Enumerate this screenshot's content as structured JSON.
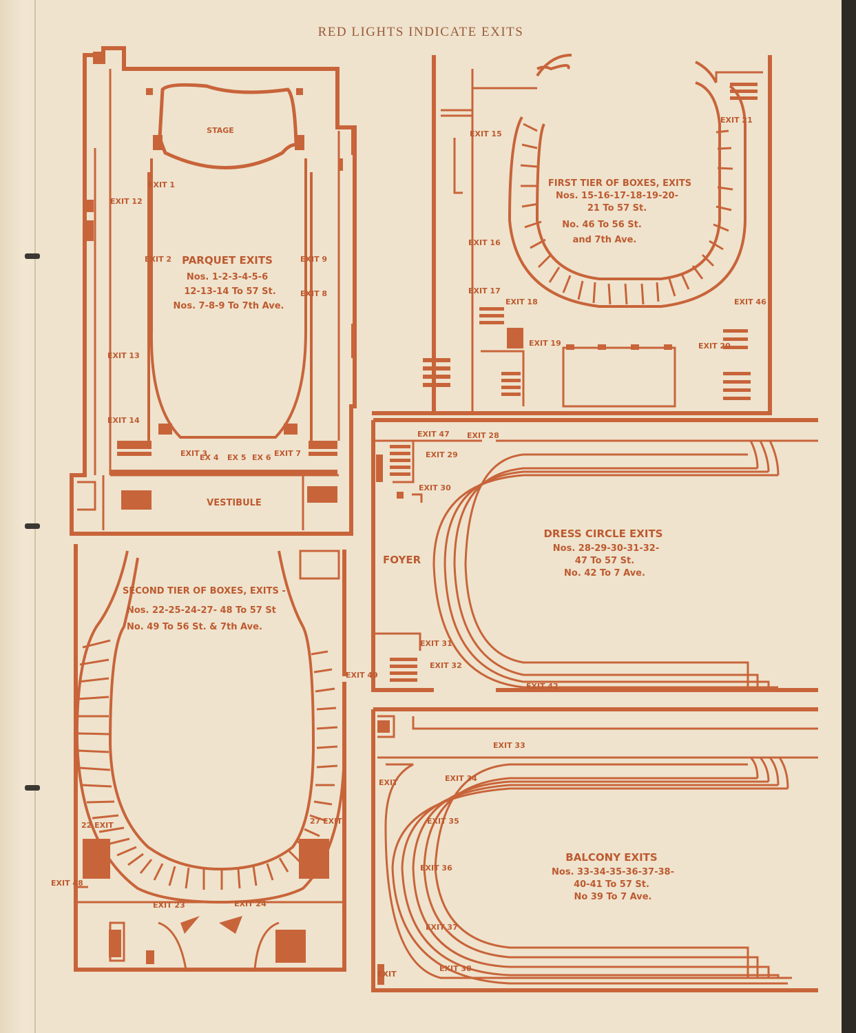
{
  "page": {
    "header": "RED LIGHTS INDICATE EXITS"
  },
  "colors": {
    "ink": "#c8643a",
    "paper": "#efe3cd"
  },
  "parquet": {
    "stage": "STAGE",
    "vestibule": "VESTIBULE",
    "title": "PARQUET EXITS",
    "lines": [
      "Nos. 1-2-3-4-5-6",
      "12-13-14 To 57 St.",
      "Nos. 7-8-9 To 7th Ave."
    ],
    "exits": [
      "EXIT 1",
      "EXIT 2",
      "EXIT 12",
      "EXIT 13",
      "EXIT 14",
      "EXIT 3",
      "EX 4",
      "EX 5",
      "EX 6",
      "EXIT 7",
      "EXIT 8",
      "EXIT 9"
    ]
  },
  "first_tier": {
    "title": "FIRST TIER OF BOXES, EXITS",
    "lines": [
      "Nos. 15-16-17-18-19-20-",
      "21 To 57 St.",
      "No. 46 To 56 St.",
      "and 7th Ave."
    ],
    "exits": [
      "EXIT 15",
      "EXIT 16",
      "EXIT 17",
      "EXIT 18",
      "EXIT 19",
      "EXIT 20",
      "EXIT 21",
      "EXIT 46"
    ]
  },
  "dress_circle": {
    "foyer": "FOYER",
    "title": "DRESS CIRCLE EXITS",
    "lines": [
      "Nos. 28-29-30-31-32-",
      "47 To 57 St.",
      "No. 42 To 7 Ave."
    ],
    "exits": [
      "EXIT 47",
      "EXIT 28",
      "EXIT 29",
      "EXIT 30",
      "EXIT 31",
      "EXIT 32",
      "EXIT 42"
    ]
  },
  "second_tier": {
    "title": "SECOND TIER OF BOXES, EXITS -",
    "lines": [
      "Nos. 22-25-24-27- 48 To 57 St",
      "No. 49 To 56 St. & 7th Ave."
    ],
    "exits": [
      "22 EXIT",
      "27 EXIT",
      "EXIT 48",
      "EXIT 23",
      "EXIT 24",
      "EXIT 49"
    ]
  },
  "balcony": {
    "title": "BALCONY EXITS",
    "lines": [
      "Nos. 33-34-35-36-37-38-",
      "40-41 To 57 St.",
      "No 39 To 7 Ave."
    ],
    "exits": [
      "EXIT 33",
      "EXIT 34",
      "EXIT 35",
      "EXIT 36",
      "EXIT 37",
      "EXIT 38",
      "EXIT",
      "EXIT"
    ]
  }
}
